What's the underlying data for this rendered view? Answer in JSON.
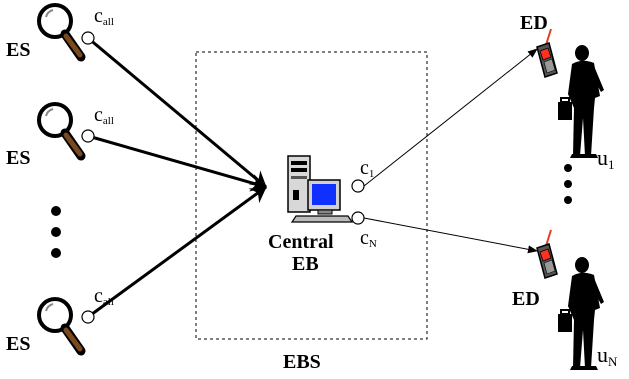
{
  "labels": {
    "es": "ES",
    "ed": "ED",
    "central_line1": "Central",
    "central_line2": "EB",
    "ebs": "EBS"
  },
  "channels": {
    "c_all_base": "c",
    "c_all_sub": "all",
    "c1_base": "c",
    "c1_sub": "1",
    "cN_base": "c",
    "cN_sub": "N"
  },
  "users": {
    "u1_base": "u",
    "u1_sub": "1",
    "uN_base": "u",
    "uN_sub": "N"
  },
  "icons": {
    "search": "magnifier-icon",
    "phone": "mobile-phone-icon",
    "computer": "desktop-computer-icon",
    "person": "person-with-briefcase-icon"
  },
  "colors": {
    "line": "#000000",
    "magnifier_handle": "#7a4a1e",
    "screen": "#1030ff",
    "phone_antenna": "#e04020",
    "phone_screen": "#ff3020"
  }
}
